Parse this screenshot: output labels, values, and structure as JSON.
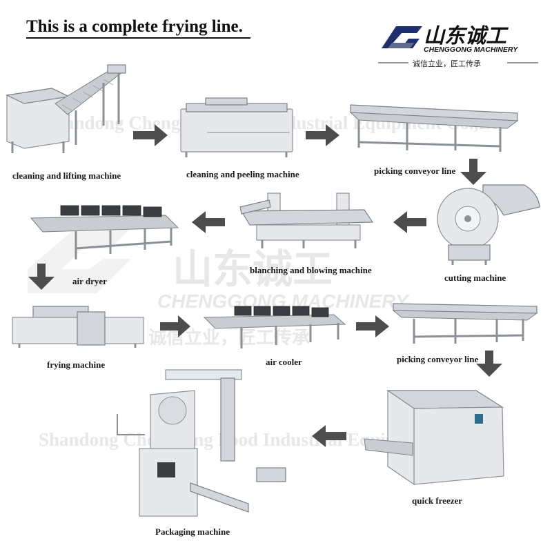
{
  "title": "This is a complete frying line.",
  "logo": {
    "chinese_name": "山东诚工",
    "english_name": "CHENGGONG MACHINERY",
    "slogan": "诚信立业，匠工传承",
    "colors": {
      "mark": "#1f2f6e",
      "text": "#111111"
    }
  },
  "watermark": {
    "company": "Shandong Chenggong Food Industrial Equipment Co.,Ltd",
    "brand_cn": "山东诚工",
    "brand_en": "CHENGGONG MACHINERY",
    "slogan": "诚信立业，匠工传承"
  },
  "steps": [
    {
      "label": "cleaning and lifting machine"
    },
    {
      "label": "cleaning and peeling machine"
    },
    {
      "label": "picking conveyor line"
    },
    {
      "label": "cutting machine"
    },
    {
      "label": "blanching and blowing machine"
    },
    {
      "label": "air dryer"
    },
    {
      "label": "frying machine"
    },
    {
      "label": "air cooler"
    },
    {
      "label": "picking conveyor line"
    },
    {
      "label": "quick freezer"
    },
    {
      "label": "Packaging machine"
    }
  ],
  "flow_arrows": [
    {
      "from": "cleaning and lifting machine",
      "to": "cleaning and peeling machine",
      "icon": "arrow-right-icon"
    },
    {
      "from": "cleaning and peeling machine",
      "to": "picking conveyor line",
      "icon": "arrow-right-icon"
    },
    {
      "from": "picking conveyor line",
      "to": "cutting machine",
      "icon": "arrow-down-icon"
    },
    {
      "from": "cutting machine",
      "to": "blanching and blowing machine",
      "icon": "arrow-left-icon"
    },
    {
      "from": "blanching and blowing machine",
      "to": "air dryer",
      "icon": "arrow-left-icon"
    },
    {
      "from": "air dryer",
      "to": "frying machine",
      "icon": "arrow-down-icon"
    },
    {
      "from": "frying machine",
      "to": "air cooler",
      "icon": "arrow-right-icon"
    },
    {
      "from": "air cooler",
      "to": "picking conveyor line",
      "icon": "arrow-right-icon"
    },
    {
      "from": "picking conveyor line",
      "to": "quick freezer",
      "icon": "arrow-down-icon"
    },
    {
      "from": "quick freezer",
      "to": "Packaging machine",
      "icon": "arrow-left-icon"
    }
  ]
}
